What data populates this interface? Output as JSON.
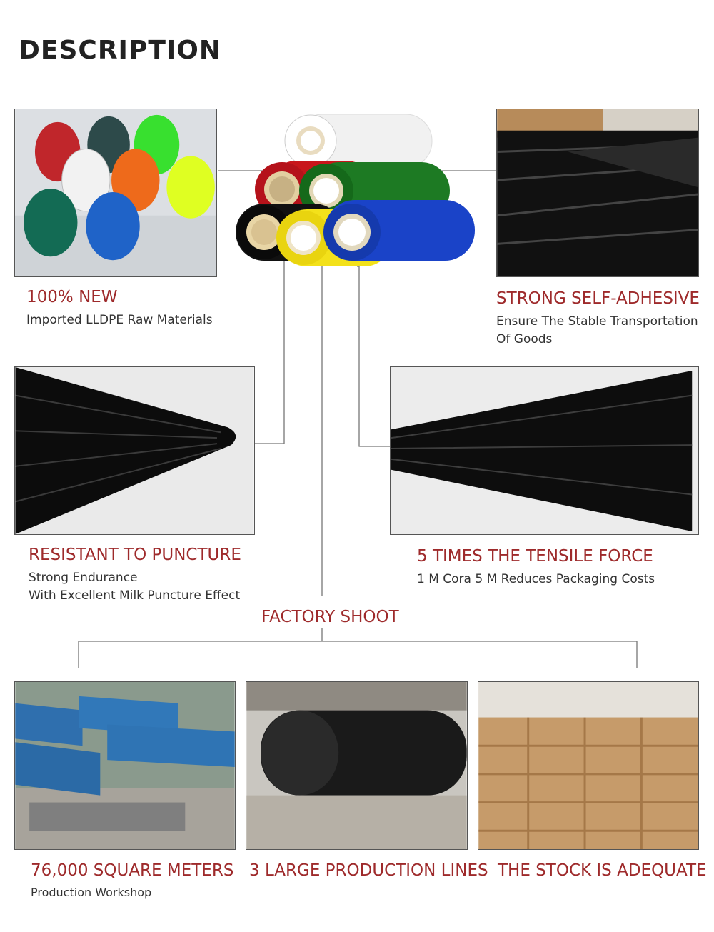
{
  "page": {
    "title": "DESCRIPTION"
  },
  "features": {
    "raw": {
      "heading": "100% NEW",
      "desc1": "Imported LLDPE Raw Materials"
    },
    "adhesive": {
      "heading": "STRONG SELF-ADHESIVE",
      "desc1": "Ensure The Stable Transportation",
      "desc2": "Of Goods"
    },
    "puncture": {
      "heading": "RESISTANT TO PUNCTURE",
      "desc1": "Strong Endurance",
      "desc2": "With Excellent Milk Puncture Effect"
    },
    "tensile": {
      "heading": "5 TIMES THE TENSILE FORCE",
      "desc1": "1 M Cora 5 M  Reduces Packaging Costs"
    }
  },
  "factory": {
    "heading": "FACTORY SHOOT",
    "items": [
      {
        "heading": "76,000 SQUARE METERS",
        "desc": "Production Workshop"
      },
      {
        "heading": "3 LARGE PRODUCTION LINES",
        "desc": ""
      },
      {
        "heading": "THE STOCK IS ADEQUATE",
        "desc": ""
      }
    ]
  },
  "colors": {
    "accent": "#9e2a2b",
    "text": "#333333",
    "title": "#222222",
    "line": "#777777"
  }
}
